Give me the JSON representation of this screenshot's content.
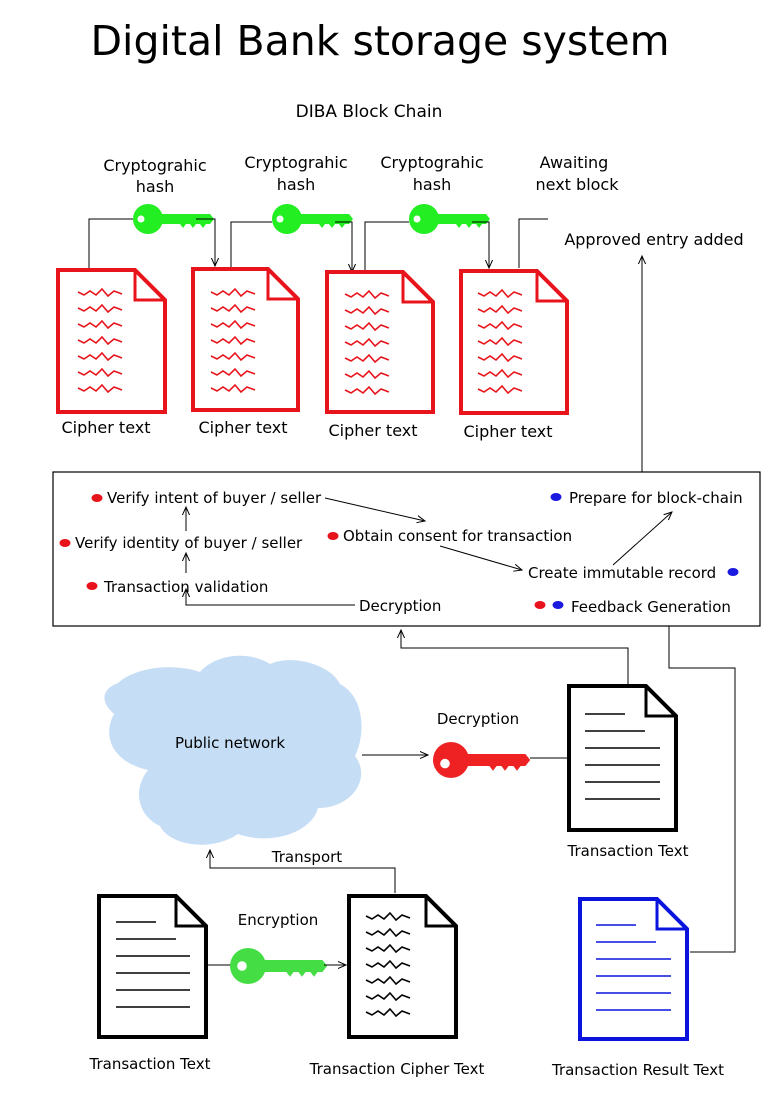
{
  "title": "Digital Bank storage system",
  "chain_title": "DIBA Block Chain",
  "hash_labels": [
    "Cryptograhic",
    "hash"
  ],
  "awaiting_labels": [
    "Awaiting",
    "next block"
  ],
  "approved_label": "Approved entry added",
  "cipher_label": "Cipher text",
  "process": {
    "verify_intent": "Verify intent of buyer / seller",
    "verify_identity": "Verify identity of buyer / seller",
    "transaction_validation": "Transaction validation",
    "obtain_consent": "Obtain consent for transaction",
    "prepare_blockchain": "Prepare for block-chain",
    "create_record": "Create immutable record",
    "feedback": "Feedback Generation",
    "decryption": "Decryption"
  },
  "network": {
    "public_network": "Public network",
    "decryption_label": "Decryption",
    "transaction_text_right": "Transaction Text",
    "transport_label": "Transport",
    "encryption_label": "Encryption",
    "transaction_text_left": "Transaction Text",
    "cipher_text_doc": "Transaction Cipher Text",
    "result_text_doc": "Transaction Result Text"
  },
  "colors": {
    "cipher_red": "#e8141c",
    "key_green": "#22ee22",
    "key_green_dark": "#44dd44",
    "key_red": "#ee2222",
    "cloud_blue": "#c5ddf5",
    "result_blue": "#0a14dd",
    "bullet_red": "#e8141c",
    "bullet_blue": "#1a1ae0"
  }
}
